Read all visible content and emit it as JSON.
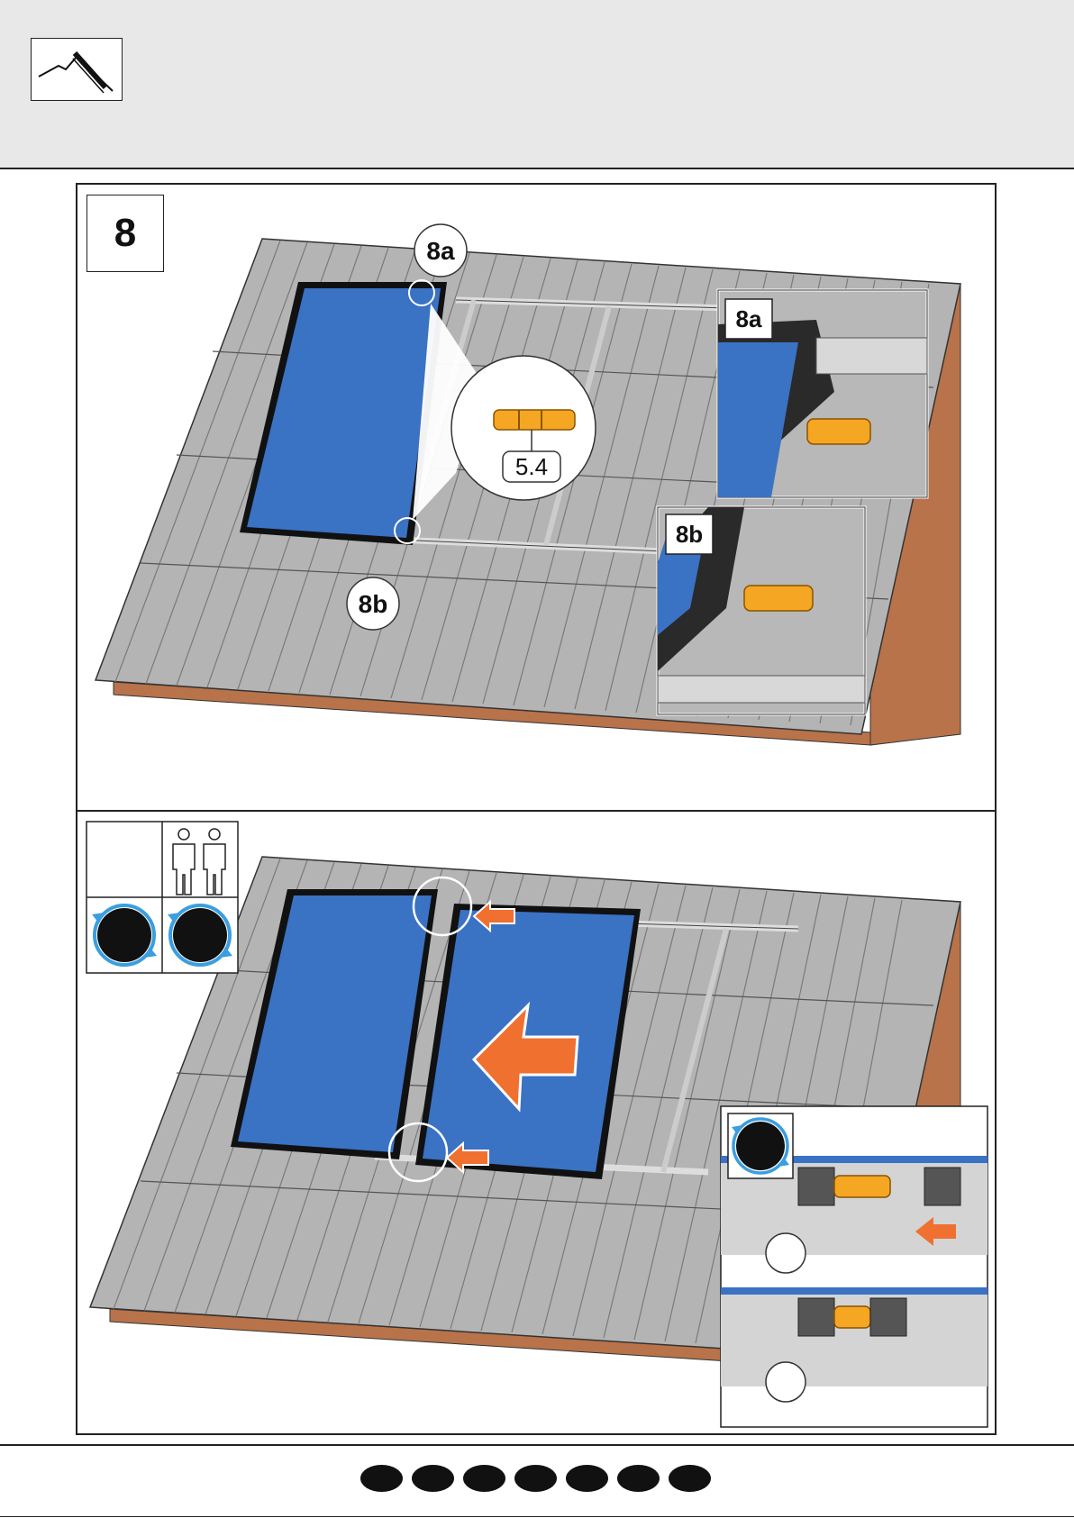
{
  "header": {
    "logo_icon": "roof-slope-icon"
  },
  "step": {
    "number": "8",
    "top_panel": {
      "callout_8a": "8a",
      "callout_8b": "8b",
      "part_ref": "5.4",
      "inset_8a_label": "8a",
      "inset_8b_label": "8b"
    },
    "bottom_panel": {
      "persons_icon": "two-persons-icon",
      "tool_icons": [
        "rotate-tool-icon",
        "rotate-tool-icon"
      ],
      "detail_tool_icon": "rotate-tool-icon"
    }
  },
  "footer": {
    "page_dots": 7
  },
  "colors": {
    "panel_blue": "#3a72c4",
    "roof_gray": "#b4b4b4",
    "arrow_orange": "#f07030",
    "connector_orange": "#f5a623",
    "timber": "#b8734a"
  }
}
